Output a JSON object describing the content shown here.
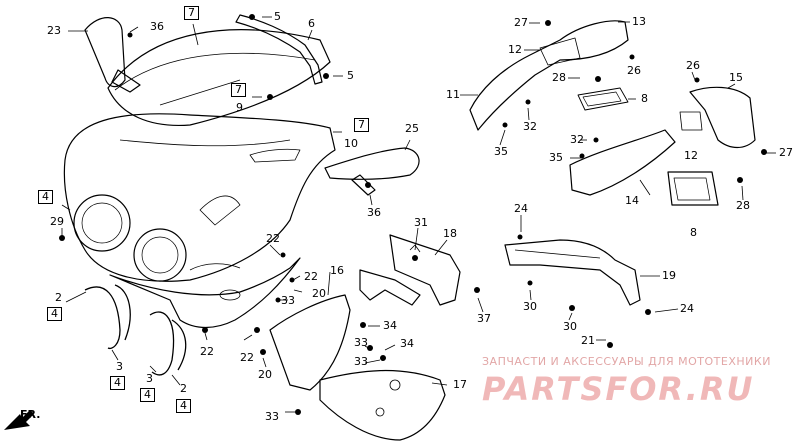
{
  "watermark": {
    "caption": "ЗАПЧАСТИ И АКСЕССУАРЫ ДЛЯ МОТОТЕХНИКИ",
    "logo": "PARTSFOR.RU"
  },
  "direction_label": "FR.",
  "callouts": {
    "c23": "23",
    "c36a": "36",
    "c7a": "7",
    "c5a": "5",
    "c6": "6",
    "c5b": "5",
    "c7b": "7",
    "c9": "9",
    "c7c": "7",
    "c10": "10",
    "c25": "25",
    "c36b": "36",
    "c4a": "4",
    "c29": "29",
    "c22a": "22",
    "c22b": "22",
    "c20a": "20",
    "c33a": "33",
    "c2a": "2",
    "c4b": "4",
    "c3a": "3",
    "c4c": "4",
    "c3b": "3",
    "c4d": "4",
    "c2b": "2",
    "c4e": "4",
    "c22c": "22",
    "c22d": "22",
    "c20b": "20",
    "c16": "16",
    "c31": "31",
    "c18": "18",
    "c37": "37",
    "c34a": "34",
    "c33b": "33",
    "c34b": "34",
    "c33c": "33",
    "c17": "17",
    "c27a": "27",
    "c13": "13",
    "c12a": "12",
    "c26a": "26",
    "c28a": "28",
    "c8a": "8",
    "c11": "11",
    "c32a": "32",
    "c35a": "35",
    "c26b": "26",
    "c15": "15",
    "c32b": "32",
    "c35b": "35",
    "c12b": "12",
    "c27b": "27",
    "c14": "14",
    "c28b": "28",
    "c8b": "8",
    "c24a": "24",
    "c19": "19",
    "c30a": "30",
    "c30b": "30",
    "c24b": "24",
    "c21": "21"
  }
}
